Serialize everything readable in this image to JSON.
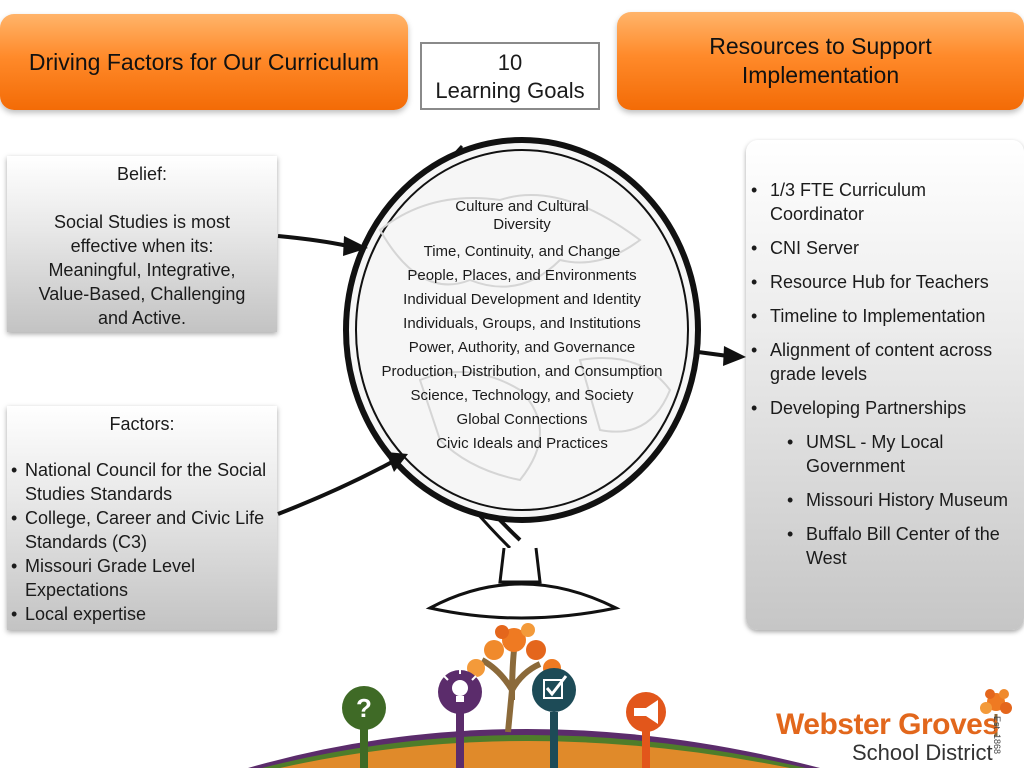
{
  "banners": {
    "left": "Driving Factors for Our Curriculum",
    "right_line1": "Resources to Support",
    "right_line2": "Implementation"
  },
  "goals_box": {
    "line1": "10",
    "line2": "Learning Goals"
  },
  "belief": {
    "heading": "Belief:",
    "lines": [
      "Social Studies is most",
      "effective when its:",
      "Meaningful, Integrative,",
      "Value-Based, Challenging",
      "and Active."
    ]
  },
  "factors": {
    "heading": "Factors:",
    "items": [
      "National Council for the Social Studies Standards",
      "College, Career and Civic Life Standards (C3)",
      "Missouri Grade Level Expectations",
      "Local expertise"
    ]
  },
  "learning_goals": [
    "Culture and Cultural Diversity",
    "Time, Continuity, and Change",
    "People, Places, and Environments",
    "Individual Development and Identity",
    "Individuals, Groups, and Institutions",
    "Power, Authority, and Governance",
    "Production, Distribution, and Consumption",
    "Science, Technology, and Society",
    "Global Connections",
    "Civic Ideals and Practices"
  ],
  "resources": {
    "items": [
      "1/3 FTE Curriculum Coordinator",
      "CNI Server",
      "Resource Hub for Teachers",
      "Timeline to Implementation",
      "Alignment of content across grade levels",
      "Developing Partnerships"
    ],
    "partnerships": [
      "UMSL - My Local Government",
      "Missouri History Museum",
      "Buffalo Bill Center of the West"
    ]
  },
  "brand": {
    "name": "Webster Groves",
    "sub": "School District",
    "est": "Est. 1868"
  },
  "icons": {
    "question": "?",
    "colors": {
      "green": "#3f6a26",
      "purple": "#5b2c6b",
      "teal": "#1d4b57",
      "orange": "#e2561b",
      "accent": "#f36b06"
    }
  }
}
